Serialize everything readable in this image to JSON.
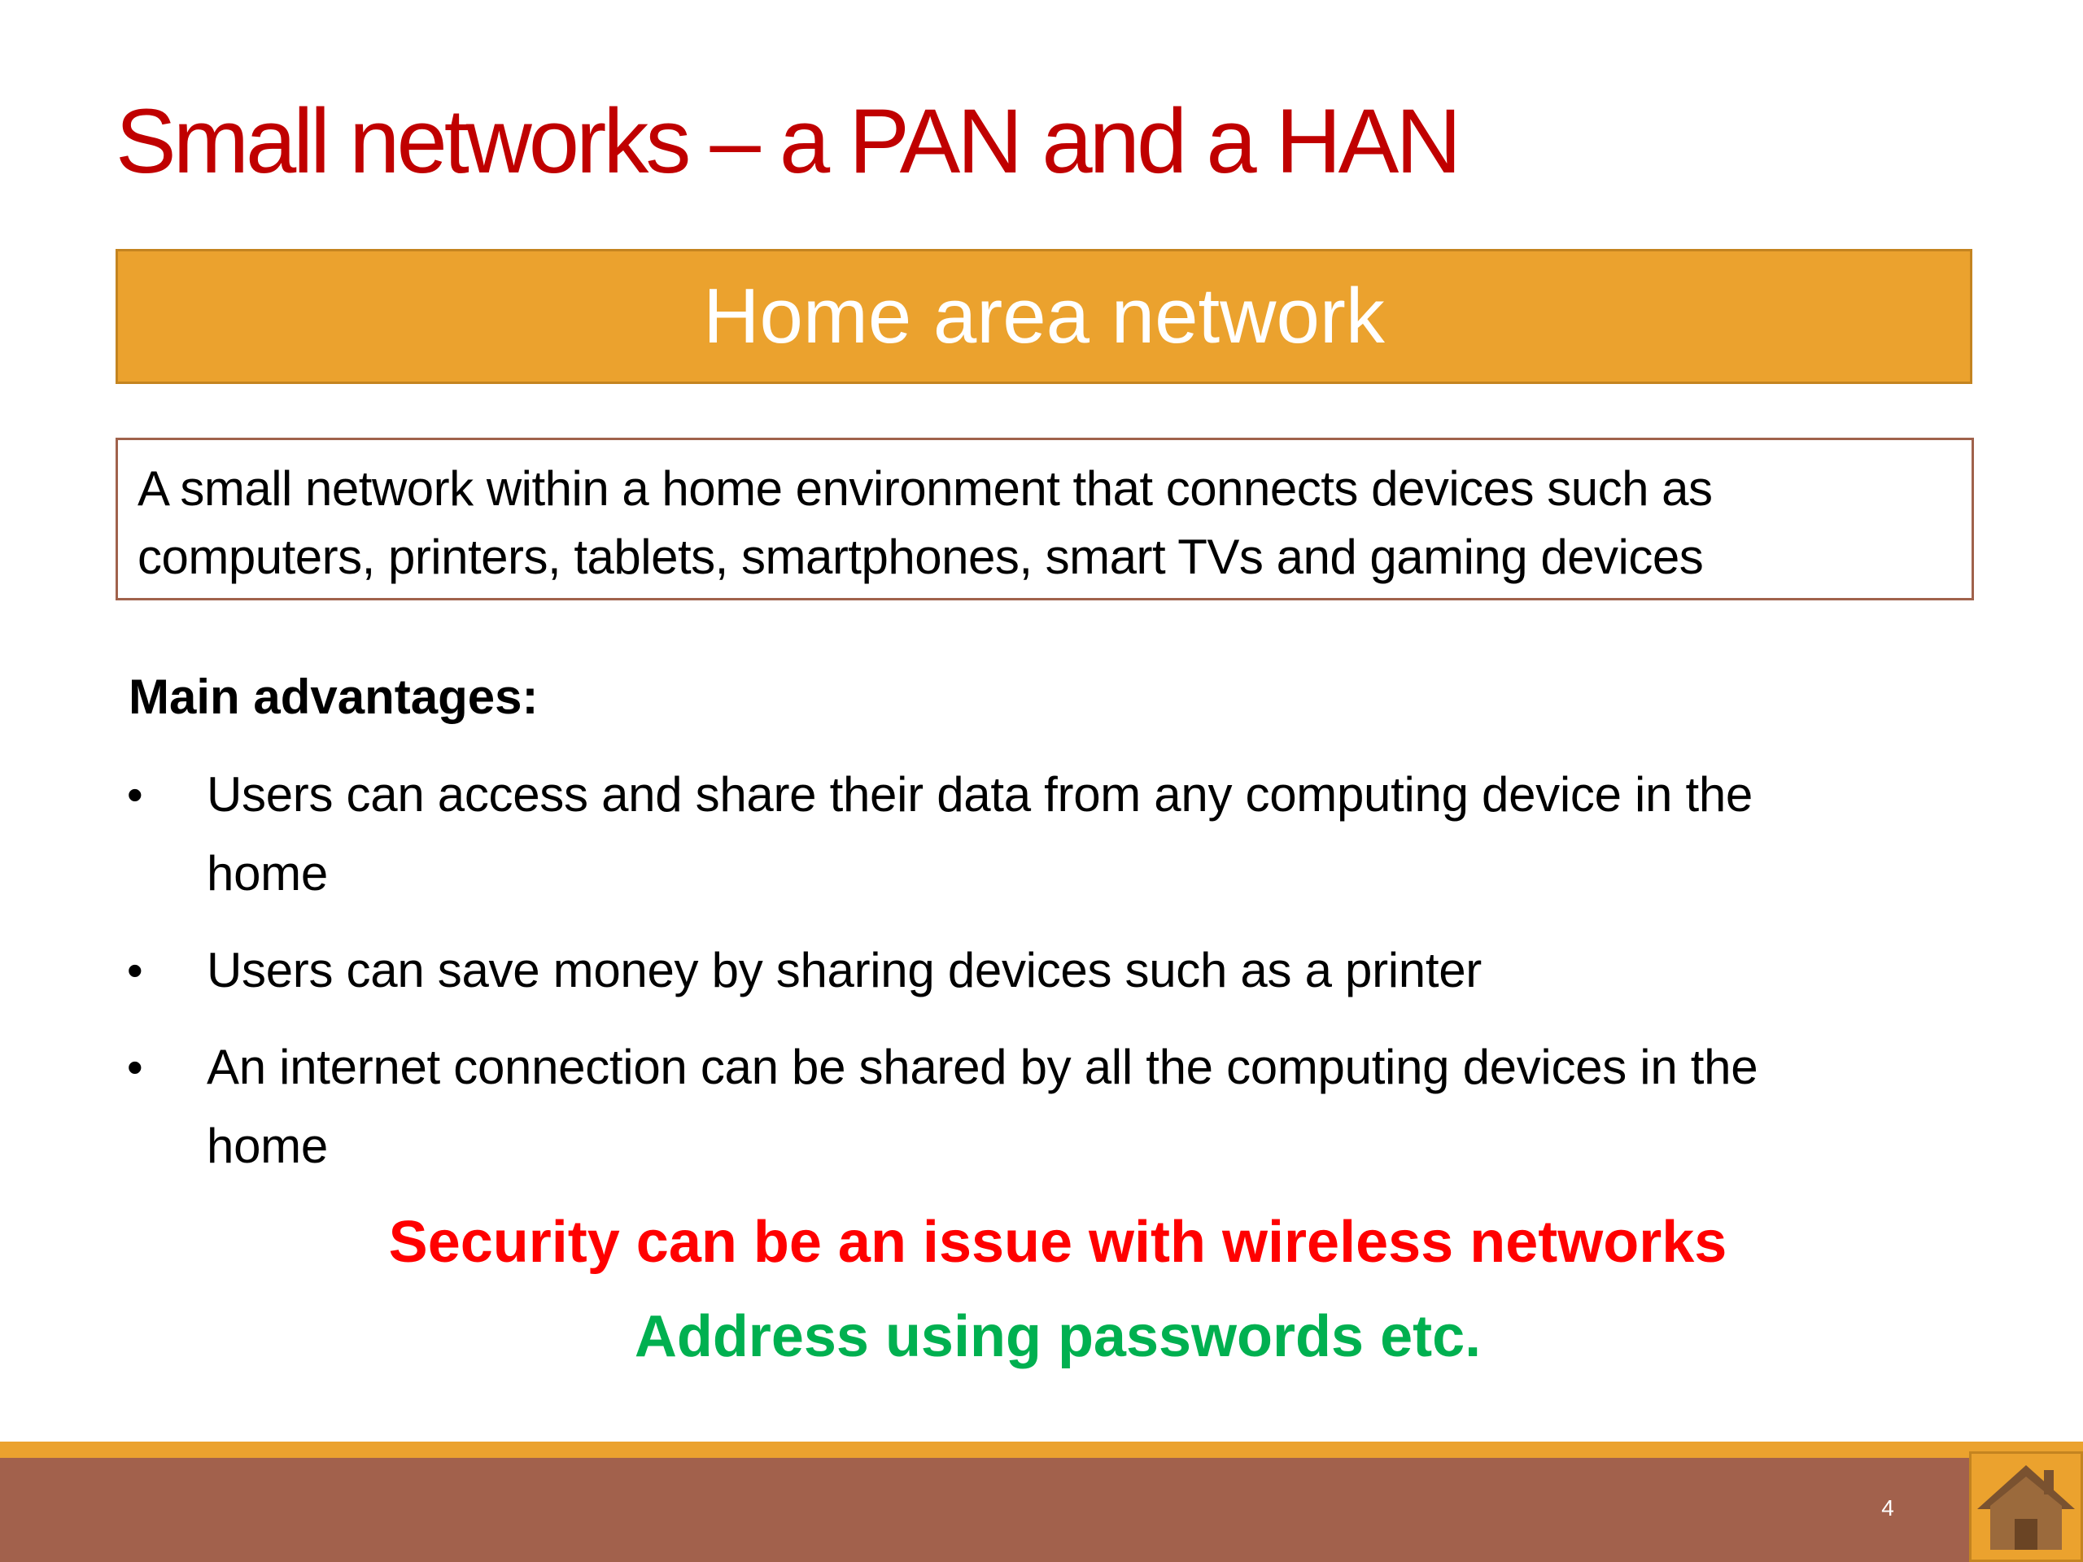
{
  "slide": {
    "title": "Small networks – a PAN and a HAN",
    "banner": "Home area network",
    "definition": "A small network within a home environment that connects devices such as computers, printers, tablets, smartphones, smart TVs and gaming devices",
    "advantages_heading": "Main advantages:",
    "bullet_symbol": "•",
    "advantages": [
      "Users can access and share their data from any computing device in the home",
      "Users can save money by sharing devices such as a printer",
      "An internet connection can be shared by all the computing devices in the home"
    ],
    "warning": "Security can be an issue with wireless networks",
    "advice": "Address using passwords etc."
  },
  "footer": {
    "page_number": "4",
    "home_icon": "home-icon"
  },
  "colors": {
    "title": "#c00000",
    "banner_fill": "#eba22e",
    "banner_text": "#ffffff",
    "box_border": "#a0624c",
    "warning": "#ff0000",
    "advice": "#00b050",
    "footer_bar": "#a2614c",
    "footer_accent": "#eba22e"
  }
}
